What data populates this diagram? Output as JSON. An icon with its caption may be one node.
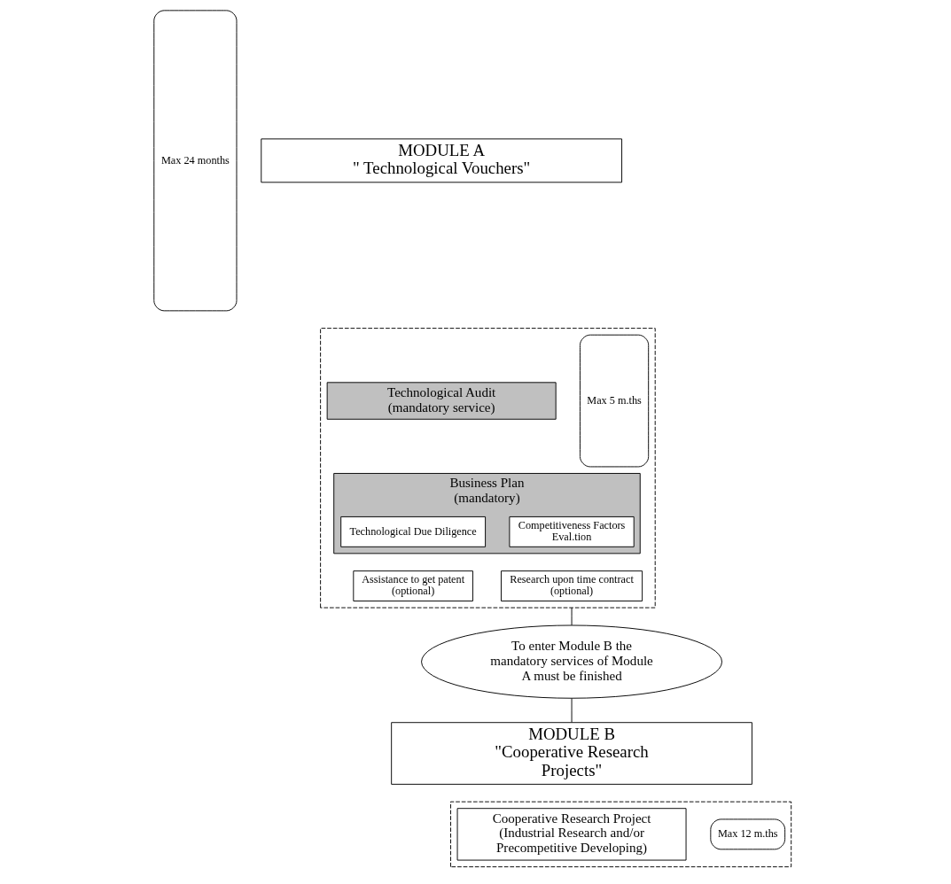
{
  "diagram": {
    "nodes": [
      {
        "text": [
          "Max 24 months"
        ]
      },
      {
        "text": [
          "MODULE A",
          "\" Technological Vouchers\""
        ]
      },
      {
        "text": [],
        "shape": "box"
      },
      {
        "text": [
          "Max 5 m.ths"
        ],
        "in": 2
      },
      {
        "text": [
          "Technological Audit",
          "(mandatory service)"
        ],
        "in": 2
      },
      {
        "text": [
          "Business Plan",
          "(mandatory)"
        ],
        "in": 2
      },
      {
        "text": [
          "Technological Due Diligence"
        ],
        "in": 5
      },
      {
        "text": [
          "Competitiveness Factors Eval.tion"
        ],
        "in": 5
      },
      {
        "text": [
          "Assistance to get patent (optional)"
        ],
        "in": 2
      },
      {
        "text": [
          "Research upon time contract (optional)"
        ],
        "in": 2
      },
      {
        "text": [
          "To enter Module B the mandatory services of Module A must be finished"
        ]
      },
      {
        "text": [
          "MODULE B",
          "\"Cooperative Research Projects\""
        ]
      },
      {
        "text": [],
        "shape": "box"
      },
      {
        "text": [
          "Max 12 m.ths"
        ],
        "in": 12
      },
      {
        "text": [
          "Cooperative Research Project",
          "(Industrial Research and/or Precompetitive Developing)"
        ],
        "in": 12
      }
    ],
    "edges": [
      {
        "from": 2,
        "to": 10,
        "arrow": "none"
      },
      {
        "from": 10,
        "to": 11,
        "arrow": "none"
      }
    ]
  }
}
